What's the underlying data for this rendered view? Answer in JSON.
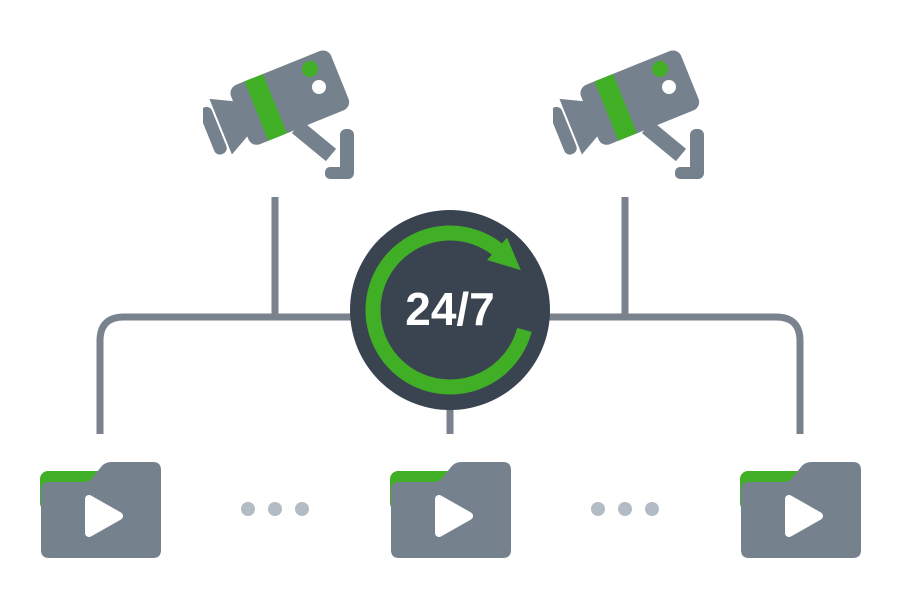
{
  "loop_badge": {
    "label": "24/7",
    "icon": "circular-arrow-loop-icon"
  },
  "cameras": [
    {
      "icon": "cctv-camera-icon",
      "position": "top-left"
    },
    {
      "icon": "cctv-camera-icon",
      "position": "top-right"
    }
  ],
  "folders": [
    {
      "icon": "video-folder-play-icon",
      "position": "bottom-left"
    },
    {
      "icon": "video-folder-play-icon",
      "position": "bottom-center"
    },
    {
      "icon": "video-folder-play-icon",
      "position": "bottom-right"
    }
  ],
  "ellipsis_groups": [
    {
      "dots": 3
    },
    {
      "dots": 3
    }
  ],
  "colors": {
    "slate": "#75828E",
    "line": "#7A828D",
    "dark": "#3A4350",
    "green": "#41AF26",
    "dot": "#B3BBC4",
    "white": "#FFFFFF",
    "bg": "#FFFFFF"
  }
}
